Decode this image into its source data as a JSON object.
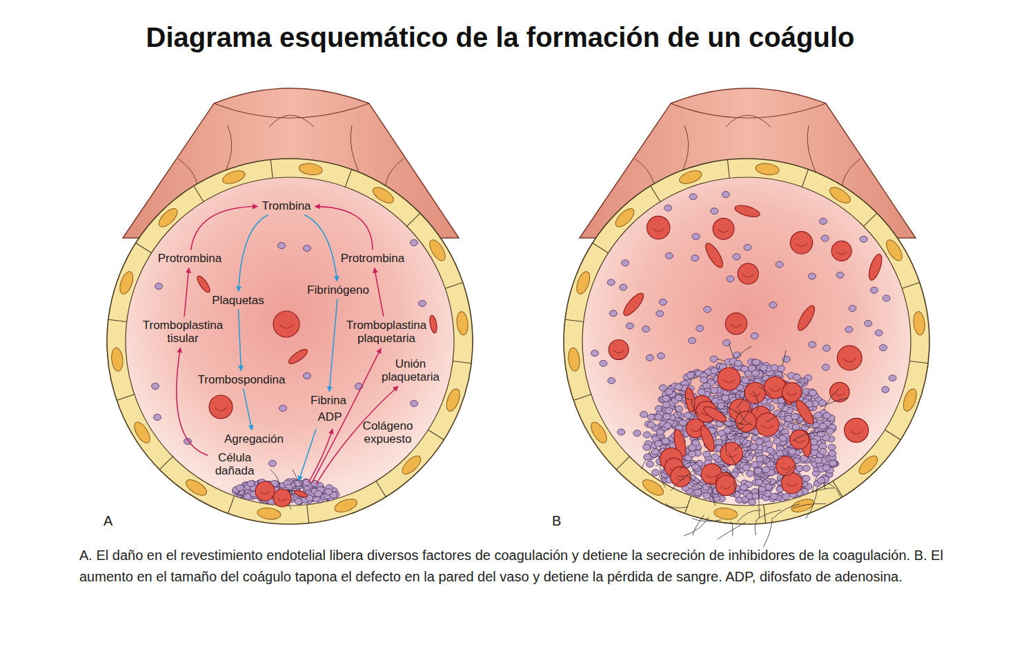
{
  "diagram": {
    "title": "Diagrama esquemático de la formación de un coágulo",
    "caption": "A. El daño en el revestimiento endotelial libera diversos factores de coagulación y detiene la secreción de inhibidores de la coagulación. B. El aumento en el tamaño del coágulo tapona el defecto en la pared del vaso y detiene la pérdida de sangre. ADP, difosfato de adenosina.",
    "nodes": [
      {
        "text": [
          "Trombina"
        ]
      },
      {
        "text": [
          "Protrombina"
        ]
      },
      {
        "text": [
          "Protrombina"
        ]
      },
      {
        "text": [
          "Fibrinógeno"
        ]
      },
      {
        "text": [
          "Plaquetas"
        ]
      },
      {
        "text": [
          "Tromboplastina tisular"
        ]
      },
      {
        "text": [
          "Tromboplastina plaquetaria"
        ]
      },
      {
        "text": [
          "Unión plaquetaria"
        ]
      },
      {
        "text": [
          "Trombospondina"
        ]
      },
      {
        "text": [
          "Fibrina"
        ]
      },
      {
        "text": [
          "ADP"
        ]
      },
      {
        "text": [
          "Colágeno expuesto"
        ]
      },
      {
        "text": [
          "Agregación"
        ]
      },
      {
        "text": [
          "Célula dañada"
        ]
      }
    ],
    "edges": [
      {
        "from": 13,
        "to": 5,
        "arrow": "to"
      },
      {
        "from": 5,
        "to": 1,
        "arrow": "to"
      },
      {
        "from": 1,
        "to": 0,
        "arrow": "to"
      },
      {
        "from": 0,
        "to": 4,
        "arrow": "to"
      },
      {
        "from": 4,
        "to": 8,
        "arrow": "to"
      },
      {
        "from": 8,
        "to": 12,
        "arrow": "to"
      },
      {
        "from": 0,
        "to": 3,
        "arrow": "to"
      },
      {
        "from": 3,
        "to": 9,
        "arrow": "to"
      },
      {
        "from": 6,
        "to": 2,
        "arrow": "to"
      },
      {
        "from": 2,
        "to": 0,
        "arrow": "to"
      }
    ],
    "labels": [
      "A",
      "B"
    ]
  }
}
